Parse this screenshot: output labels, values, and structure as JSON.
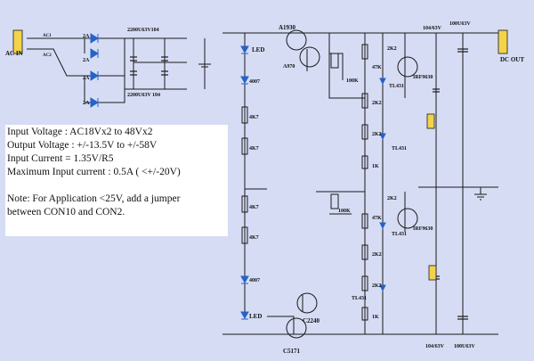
{
  "notes": {
    "input_voltage": "Input Voltage : AC18Vx2 to 48Vx2",
    "output_voltage": "Output Voltage : +/-13.5V to +/-58V",
    "input_current": "Input Current = 1.35V/R5",
    "max_input_current": "Maximum Input current : 0.5A ( <+/-20V)",
    "note_line1": "Note: For Application <25V, add a jumper",
    "note_line2": "between CON10 and CON2."
  },
  "labels": {
    "ac_in": "AC IN",
    "ac1": "AC1",
    "ac2": "AC2",
    "d_2a_1": "2A",
    "d_2a_2": "2A",
    "d_2a_3": "2A",
    "d_2a_4": "2A",
    "cap_top": "2200U63V104",
    "cap_bottom": "2200U63V 104",
    "q1": "A1930",
    "q1b": "A970",
    "led_top": "LED",
    "d_top": "4007",
    "r_4k7_1": "4K7",
    "r_4k7_2": "4K7",
    "r_4k7_3": "4K7",
    "r_4k7_4": "4K7",
    "vr_top": "100K",
    "vr_bottom": "100K",
    "r_47k_top": "47K",
    "r_47k_bottom": "47K",
    "r_2k2_a": "2K2",
    "r_2k2_b": "2K2",
    "r_2k2_c": "2K2",
    "r_2k2_d": "2K2",
    "r_2k2_e": "2K2",
    "r_2k2_f": "2K2",
    "r_1k_a": "1K",
    "r_1k_b": "1K",
    "tl431_a": "TL431",
    "tl431_b": "TL431",
    "tl431_c": "TL431",
    "tl431_d": "TL431",
    "irf_top": "IRF9630",
    "irf_bottom": "IRF9630",
    "c104_top": "104/63V",
    "c100u_top": "100U63V",
    "c104_bottom": "104/63V",
    "c100u_bottom": "100U63V",
    "dc_out": "DC OUT",
    "d_bottom": "4007",
    "led_bottom": "LED",
    "c2240": "C2240",
    "c5171": "C5171"
  },
  "colors": {
    "background": "#d6dcf4",
    "wire": "#1a1a1a",
    "component": "#2563c8",
    "panel": "#ffffff"
  }
}
